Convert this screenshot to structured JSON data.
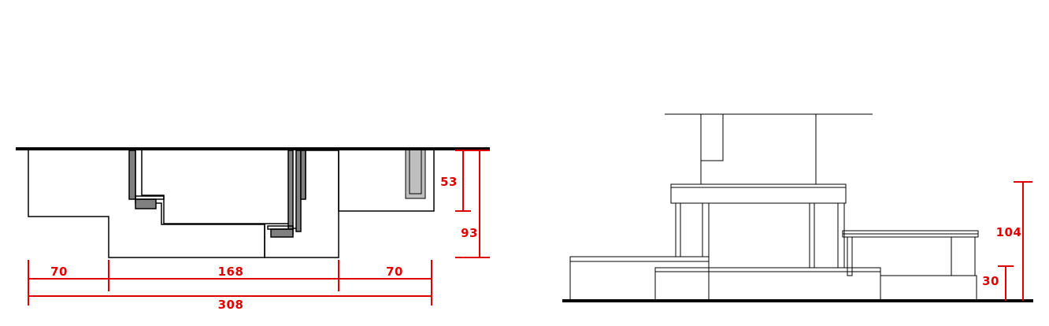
{
  "colors": {
    "line": "#000000",
    "dimension": "#e00000",
    "hardware_fill": "#808080",
    "background": "#ffffff"
  },
  "top_view": {
    "dimensions": {
      "left_width": "70",
      "center_width": "168",
      "right_width": "70",
      "total_width": "308",
      "upper_depth": "53",
      "total_depth": "93"
    }
  },
  "elevation_view": {
    "dimensions": {
      "overall_height": "104",
      "base_height": "30"
    }
  }
}
